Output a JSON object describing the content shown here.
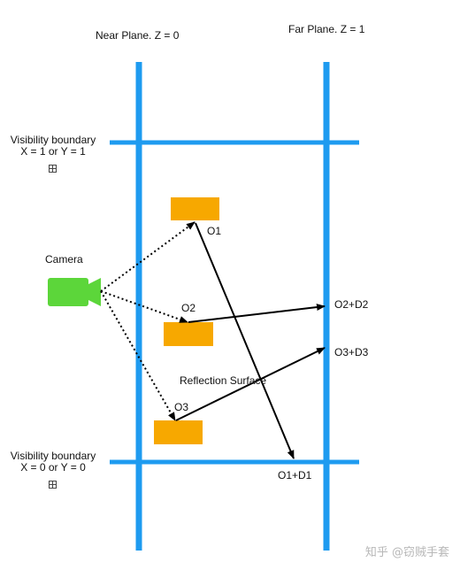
{
  "texts": {
    "near_plane": "Near Plane. Z = 0",
    "far_plane": "Far Plane. Z = 1",
    "vis_top_line1": "Visibility boundary",
    "vis_top_line2": "X = 1 or Y = 1",
    "vis_bottom_line1": "Visibility boundary",
    "vis_bottom_line2": "X = 0 or Y = 0",
    "camera": "Camera",
    "o1": "O1",
    "o2": "O2",
    "o3": "O3",
    "o1_d1": "O1+D1",
    "o2_d2": "O2+D2",
    "o3_d3": "O3+D3",
    "reflection_surface": "Reflection Surface"
  },
  "watermark": "知乎 @窃贼手套",
  "colors": {
    "plane_line": "#1E9BF0",
    "reflection_block": "#F7A800",
    "camera": "#5CD63A",
    "arrow": "#000000"
  },
  "icons": {
    "camera": "video-camera-icon",
    "boundary_marker": "plus-in-box-icon"
  }
}
